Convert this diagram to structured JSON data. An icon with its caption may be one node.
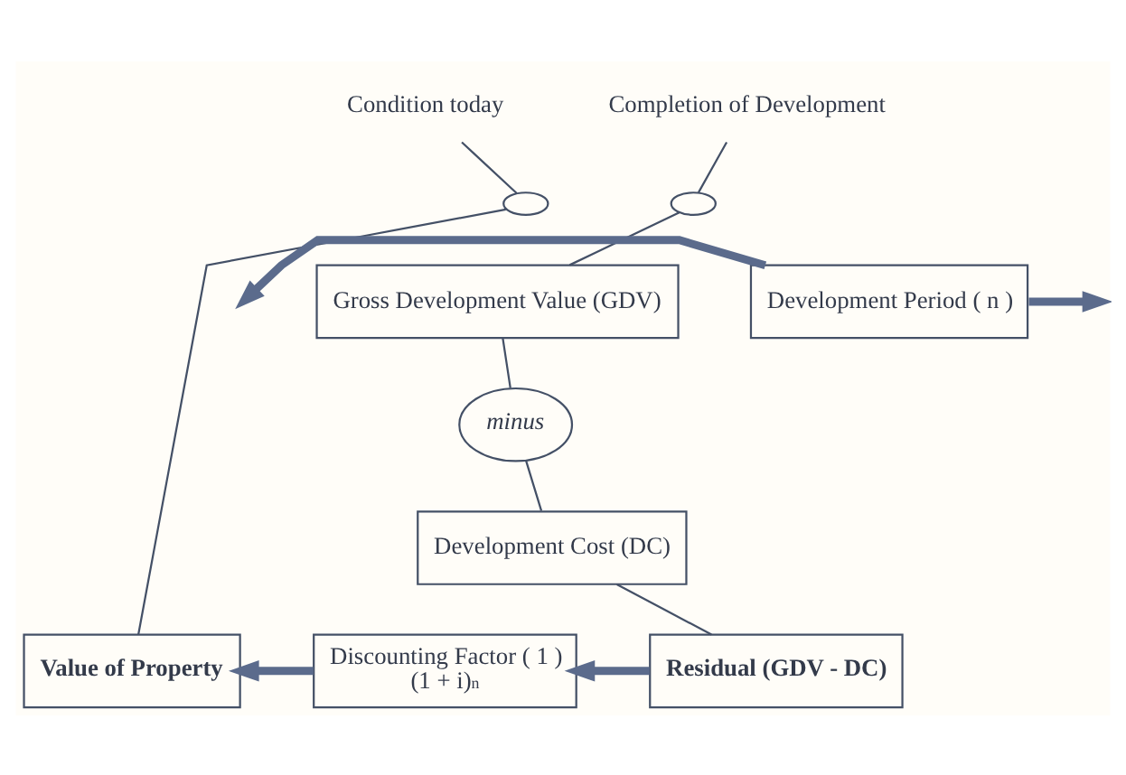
{
  "diagram": {
    "nodes": [
      {
        "text": [
          "Condition today"
        ]
      },
      {
        "text": [],
        "shape": "circle"
      },
      {
        "text": [
          "Completion of Development"
        ]
      },
      {
        "text": [],
        "shape": "circle"
      },
      {
        "text": [
          "Development Period ( n )"
        ]
      },
      {
        "text": [
          "Gross Development Value (GDV)"
        ]
      },
      {
        "text": [
          "minus"
        ]
      },
      {
        "text": [
          "Development Cost (DC)"
        ]
      },
      {
        "text": [
          "Value of Property"
        ]
      },
      {
        "text": [
          "Discounting Factor ( 1 )",
          "(1 + i)$^{n}$"
        ]
      },
      {
        "text": [
          "Residual (GDV - DC)"
        ]
      }
    ],
    "edges": [
      {
        "from": 0,
        "to": 1,
        "arrow": "none"
      },
      {
        "from": 1,
        "to": 8,
        "arrow": "none"
      },
      {
        "from": 2,
        "to": 3,
        "arrow": "none"
      },
      {
        "from": 3,
        "to": 5,
        "arrow": "none"
      },
      {
        "from": 4,
        "to": null,
        "arrow": "to",
        "style": "thick",
        "color": "#5b6b8c"
      },
      {
        "from": 4,
        "to": null,
        "arrow": "to",
        "style": "thick",
        "color": "#5b6b8c"
      },
      {
        "from": 5,
        "to": 6,
        "arrow": "none"
      },
      {
        "from": 6,
        "to": 7,
        "arrow": "none"
      },
      {
        "from": 7,
        "to": 10,
        "arrow": "none"
      },
      {
        "from": 10,
        "to": 9,
        "arrow": "to",
        "style": "thick",
        "color": "#5b6b8c"
      },
      {
        "from": 9,
        "to": 8,
        "arrow": "to",
        "style": "thick",
        "color": "#5b6b8c"
      }
    ]
  }
}
